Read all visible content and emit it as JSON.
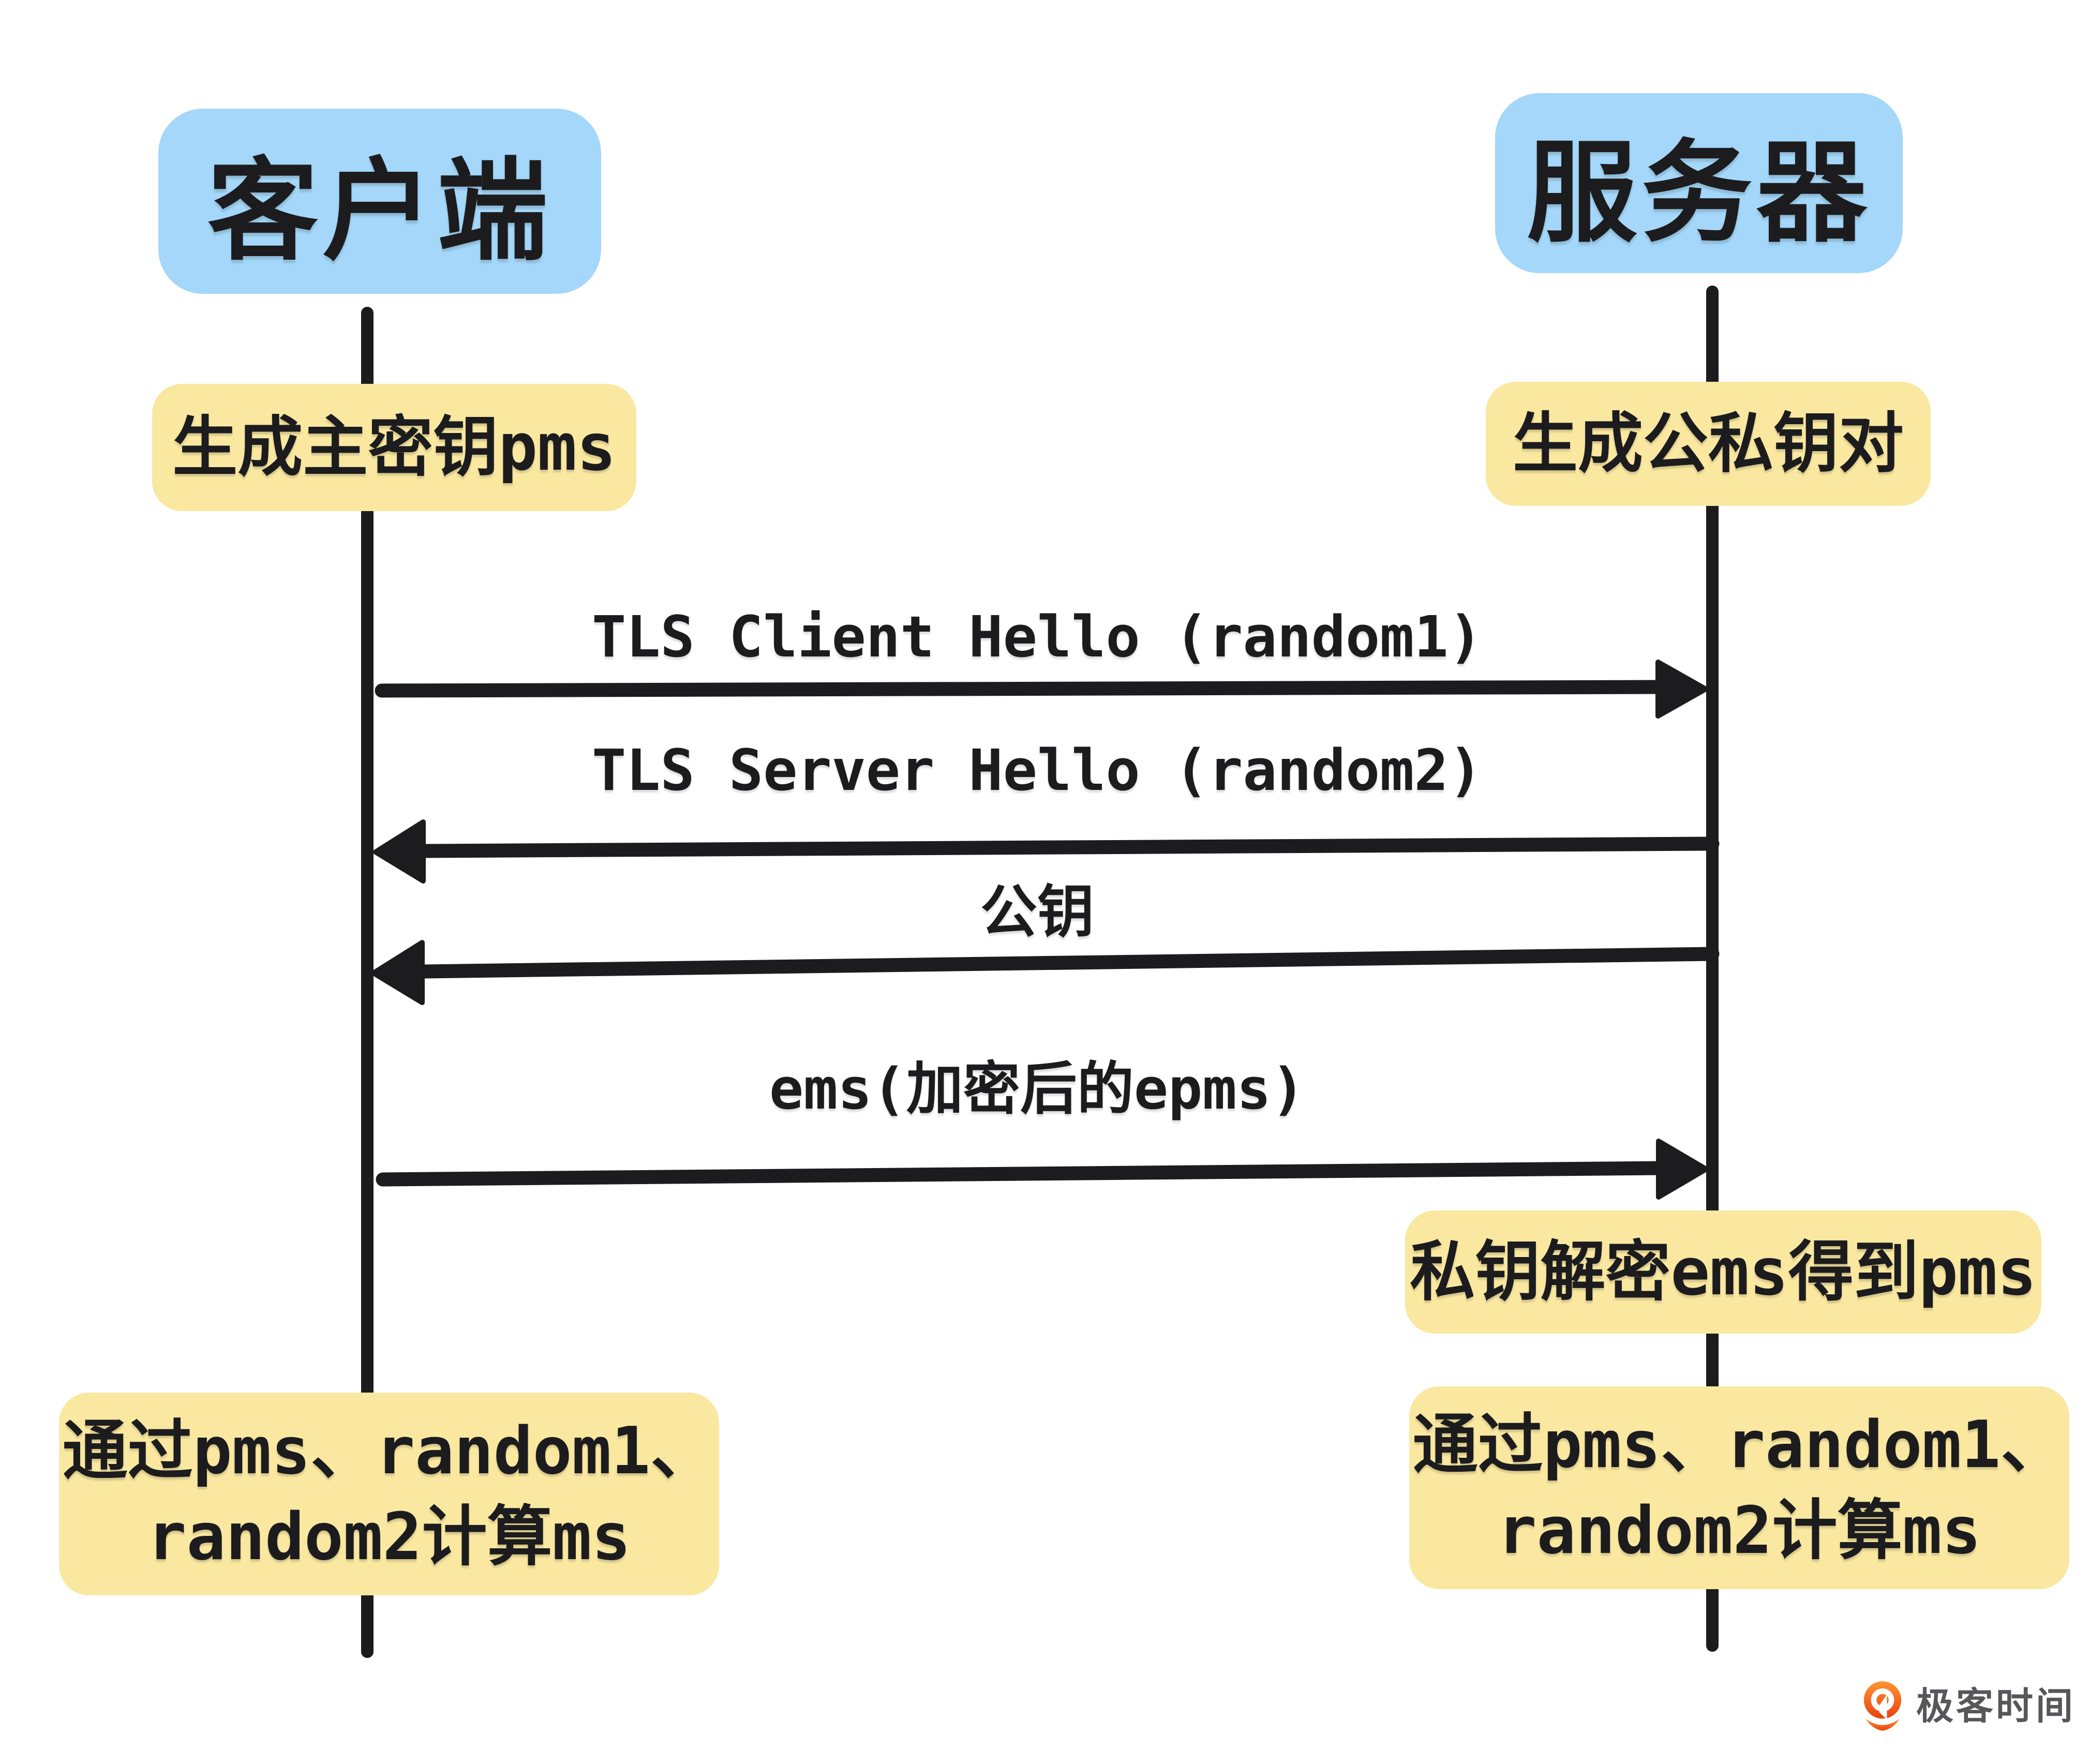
{
  "diagram": {
    "type": "sequence-diagram",
    "topic": "TLS handshake key exchange"
  },
  "actors": {
    "client": {
      "label": "客户端"
    },
    "server": {
      "label": "服务器"
    }
  },
  "notes": {
    "client_pms": {
      "text": "生成主密钥pms"
    },
    "server_keypair": {
      "text": "生成公私钥对"
    },
    "server_decrypt": {
      "text": "私钥解密ems得到pms"
    },
    "client_ms": {
      "lines": [
        "通过pms、random1、",
        "random2计算ms"
      ]
    },
    "server_ms": {
      "lines": [
        "通过pms、random1、",
        "random2计算ms"
      ]
    }
  },
  "messages": [
    {
      "label": "TLS Client Hello (random1)",
      "from": "client",
      "to": "server",
      "direction": "right"
    },
    {
      "label": "TLS Server Hello (random2)",
      "from": "server",
      "to": "client",
      "direction": "left"
    },
    {
      "label": "公钥",
      "from": "server",
      "to": "client",
      "direction": "left"
    },
    {
      "label": "ems(加密后的epms)",
      "from": "client",
      "to": "server",
      "direction": "right"
    }
  ],
  "branding": {
    "logo_text": "极客时间",
    "logo_icon": "geektime-pin-icon"
  },
  "colors": {
    "actor_bg": "#a4d7f9",
    "note_bg": "#fae8a1",
    "ink": "#1c1c1e",
    "logo_text": "#57565a",
    "logo_orange_top": "#ff9334",
    "logo_orange_bottom": "#e8430d"
  }
}
